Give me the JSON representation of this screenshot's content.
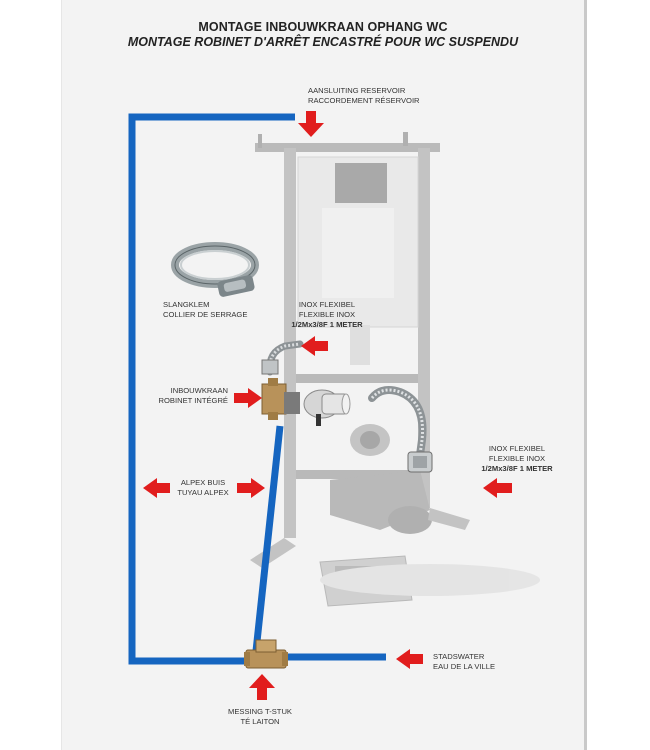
{
  "title": "MONTAGE INBOUWKRAAN OPHANG WC",
  "subtitle": "MONTAGE ROBINET D'ARRÊT ENCASTRÉ POUR WC SUSPENDU",
  "labels": {
    "reservoir": {
      "nl": "AANSLUITING RESERVOIR",
      "fr": "RACCORDEMENT RÉSERVOIR"
    },
    "hose_clamp": {
      "nl": "SLANGKLEM",
      "fr": "COLLIER DE SERRAGE"
    },
    "flex_top": {
      "nl": "INOX FLEXIBEL",
      "fr": "FLEXIBLE INOX",
      "spec": "1/2Mx3/8F  1 METER"
    },
    "valve": {
      "nl": "INBOUWKRAAN",
      "fr": "ROBINET INTÉGRÉ"
    },
    "flex_right": {
      "nl": "INOX FLEXIBEL",
      "fr": "FLEXIBLE INOX",
      "spec": "1/2Mx3/8F  1 METER"
    },
    "alpex": {
      "nl": "ALPEX BUIS",
      "fr": "TUYAU ALPEX"
    },
    "city_water": {
      "nl": "STADSWATER",
      "fr": "EAU DE LA VILLE"
    },
    "tee": {
      "nl": "MESSING T-STUK",
      "fr": "TÉ LAITON"
    }
  },
  "colors": {
    "pipe": "#1565c0",
    "arrow": "#e11d1d",
    "frame": "#9a9a9a",
    "brass": "#b8925a"
  }
}
